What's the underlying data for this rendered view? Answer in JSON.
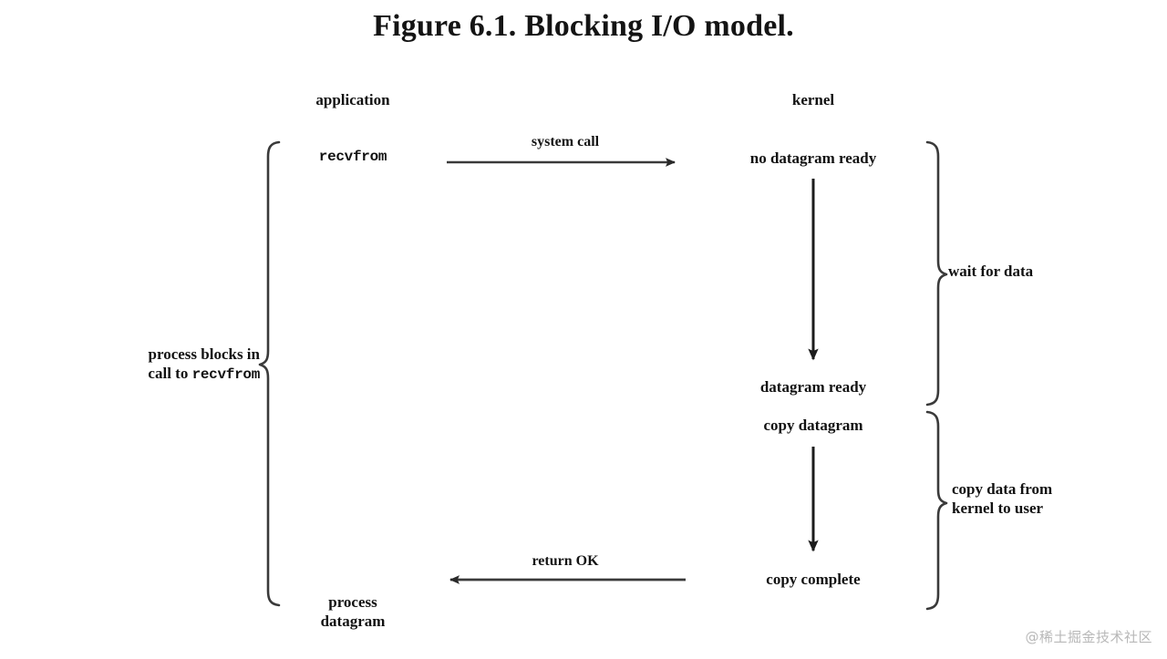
{
  "figure": {
    "title": "Figure 6.1. Blocking I/O model.",
    "watermark": "@稀土掘金技术社区"
  },
  "columns": {
    "application": "application",
    "kernel": "kernel"
  },
  "application_nodes": {
    "recvfrom": "recvfrom",
    "process_datagram_line1": "process",
    "process_datagram_line2": "datagram"
  },
  "kernel_nodes": {
    "no_datagram_ready": "no datagram ready",
    "datagram_ready": "datagram ready",
    "copy_datagram": "copy datagram",
    "copy_complete": "copy complete"
  },
  "edges": {
    "system_call": "system call",
    "return_ok": "return OK"
  },
  "braces": {
    "process_blocks_line1": "process blocks in",
    "process_blocks_line2_prefix": "call to ",
    "process_blocks_line2_mono": "recvfrom",
    "wait_for_data": "wait for data",
    "copy_data_line1": "copy data from",
    "copy_data_line2": "kernel to user"
  },
  "colors": {
    "background": "#ffffff",
    "ink": "#111111",
    "line": "#3a3a3a",
    "watermark": "#b8b8b8"
  }
}
